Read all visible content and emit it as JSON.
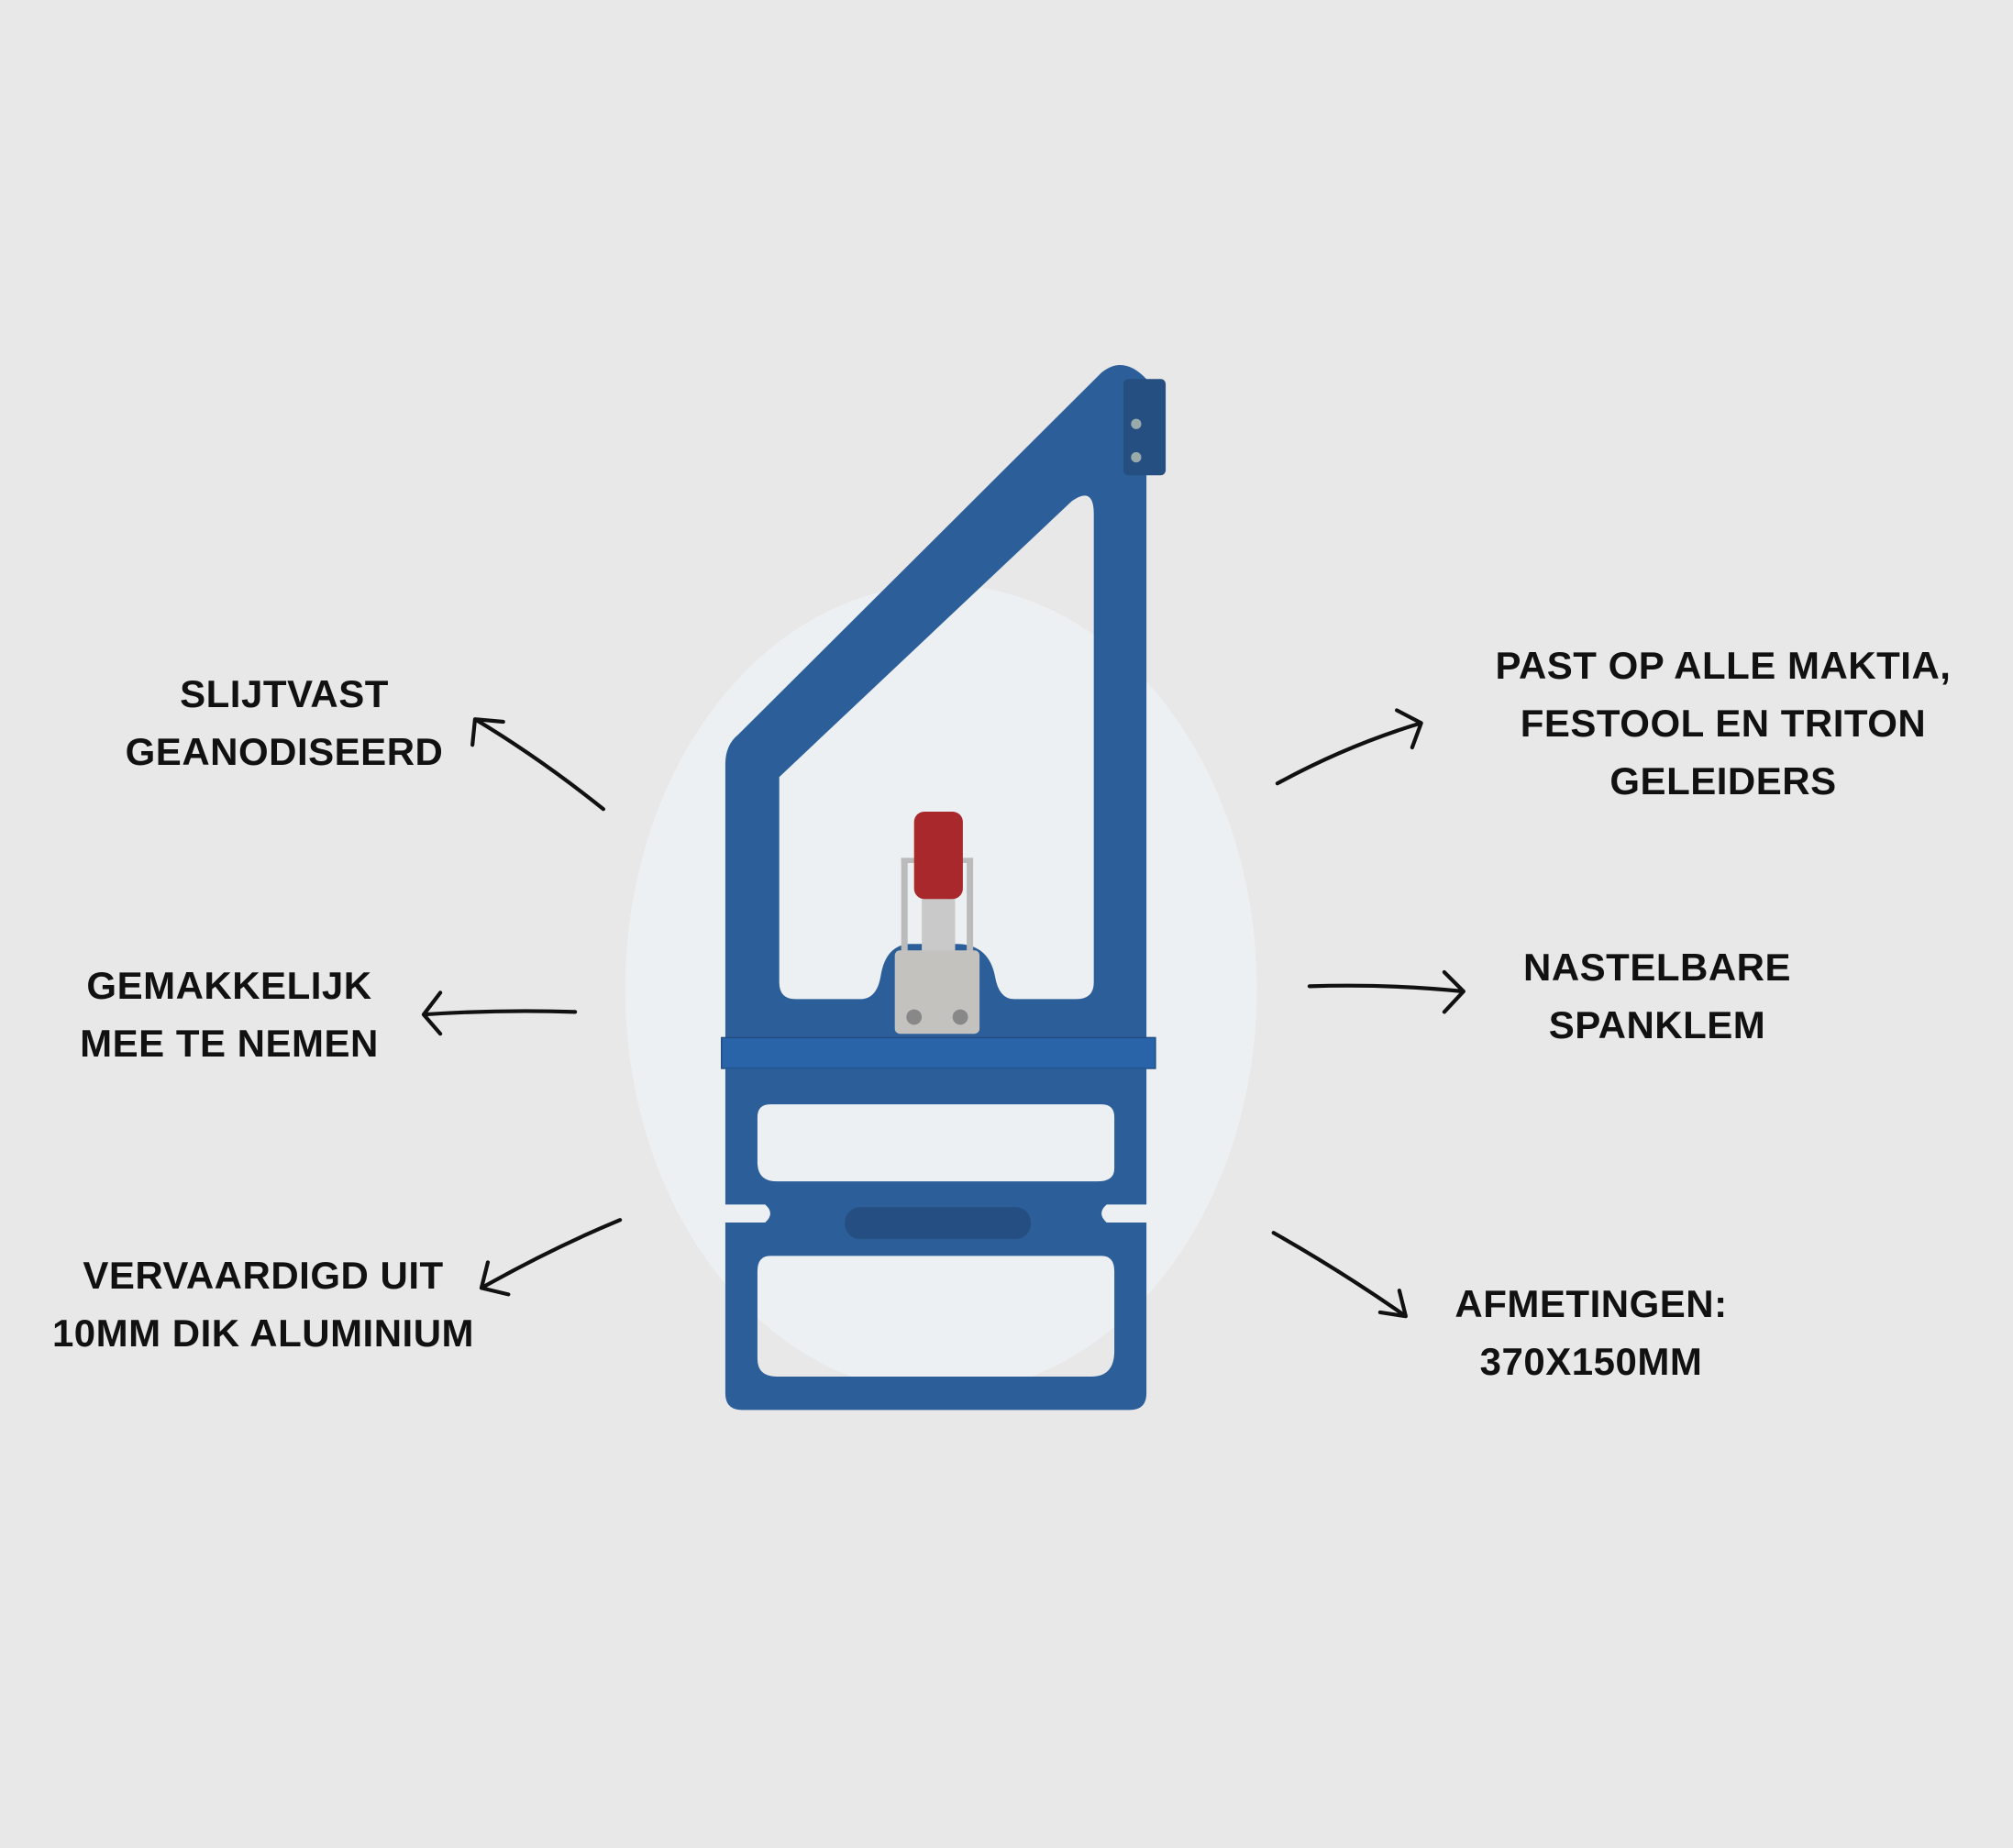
{
  "colors": {
    "background": "#e8e8e8",
    "spotlight": "#edf0f3",
    "aluminium_blue": "#2c5f99",
    "clamp_red": "#a8282c"
  },
  "features": [
    {
      "lines": [
        "SLIJTVAST",
        "GEANODISEERD"
      ]
    },
    {
      "lines": [
        "GEMAKKELIJK",
        "MEE TE NEMEN"
      ]
    },
    {
      "lines": [
        "VERVAARDIGD UIT",
        "10MM DIK ALUMINIUM"
      ]
    },
    {
      "lines": [
        "PAST OP ALLE MAKTIA,",
        "FESTOOL EN TRITON",
        "GELEIDERS"
      ]
    },
    {
      "lines": [
        "NASTELBARE",
        "SPANKLEM"
      ]
    },
    {
      "lines": [
        "AFMETINGEN:",
        "370X150MM"
      ]
    }
  ]
}
